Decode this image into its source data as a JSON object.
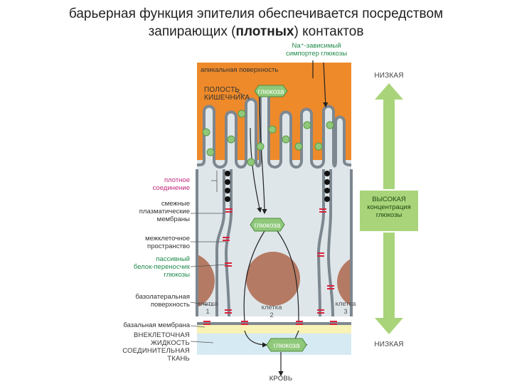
{
  "title": {
    "line1": "барьерная функция эпителия обеспечивается  посредством",
    "line2_pre": "запирающих (",
    "line2_bold": "плотных",
    "line2_post": ") контактов"
  },
  "labels": {
    "symporter": "Na⁺-зависимый\nсимпортер глюкозы",
    "apical": "апикальная поверхность",
    "lumen": "ПОЛОСТЬ\nКИШЕЧНИКА",
    "tight_junction": "плотное\nсоединение",
    "adjacent_membranes": "смежные\nплазматические\nмембраны",
    "intercellular_space": "межклеточное\nпространство",
    "passive_transporter": "пассивный\nбелок-переносчик\nглюкозы",
    "basolateral": "базолатеральная\nповерхность",
    "basal_membrane": "базальная мембрана",
    "extracellular": "ВНЕКЛЕТОЧНАЯ\nЖИДКОСТЬ\nСОЕДИНИТЕЛЬНАЯ\nТКАНЬ",
    "blood": "КРОВЬ",
    "cell1": "клетка\n1",
    "cell2": "клетка\n2",
    "cell3": "клетка\n3",
    "glucose_top": "глюкоза",
    "glucose_mid": "глюкоза",
    "glucose_bottom": "глюкоза"
  },
  "gradient": {
    "top": "НИЗКАЯ",
    "middle": "ВЫСОКАЯ\nконцентрация\nглюкозы",
    "bottom": "НИЗКАЯ"
  },
  "colors": {
    "lumen": "#ee8a2a",
    "cytoplasm": "#dfe6ea",
    "membrane": "#7d8790",
    "nucleus": "#b57a63",
    "glucose": "#8fc87a",
    "basal": "#f7f2b6",
    "extracellular": "#d6eaf3",
    "arrow": "#a9d47a",
    "tight": "#111111",
    "passive": "#d9233b"
  }
}
